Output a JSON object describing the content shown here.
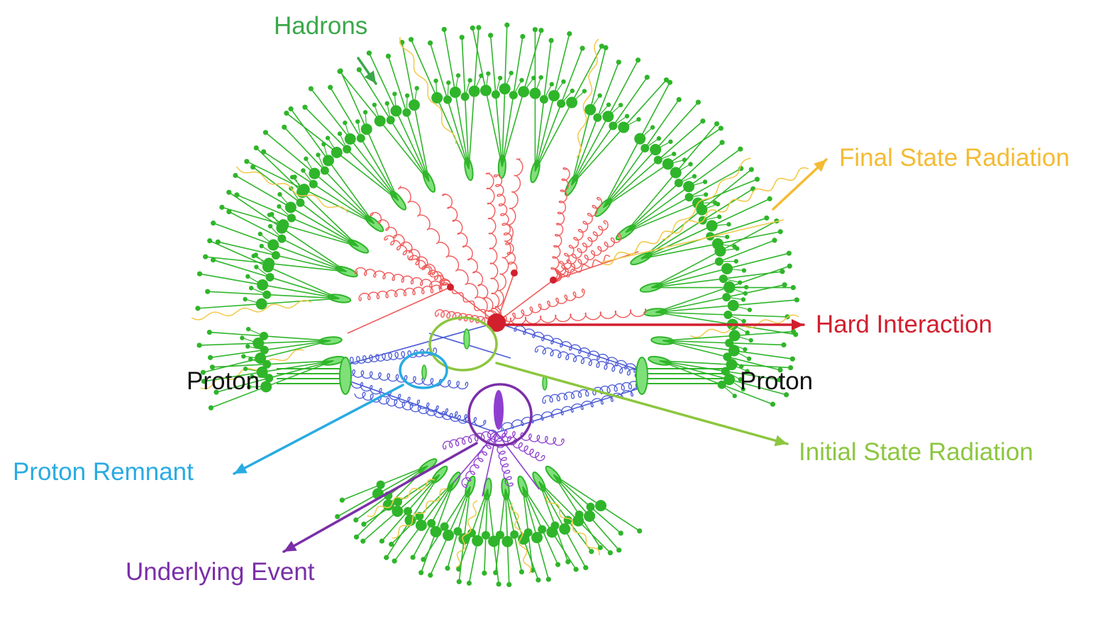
{
  "labels": {
    "hadrons": "Hadrons",
    "final_state_radiation": "Final State Radiation",
    "hard_interaction": "Hard Interaction",
    "proton_left": "Proton",
    "proton_right": "Proton",
    "initial_state_radiation": "Initial State Radiation",
    "proton_remnant": "Proton Remnant",
    "underlying_event": "Underlying Event"
  },
  "colors": {
    "hadrons": "#3aa84a",
    "hadron_fill": "#2fb52a",
    "hadron_light": "#7fe07a",
    "final_state_radiation": "#f4bb33",
    "photon": "#f2c94c",
    "hard_interaction": "#d21f2e",
    "gluon_red": "#f05a5a",
    "gluon_blue": "#4b5bd6",
    "gluon_purple": "#8e3fcf",
    "proton_text": "#111111",
    "initial_state_radiation": "#8cc63f",
    "proton_remnant": "#29abe2",
    "underlying_event": "#7b2fa8"
  }
}
